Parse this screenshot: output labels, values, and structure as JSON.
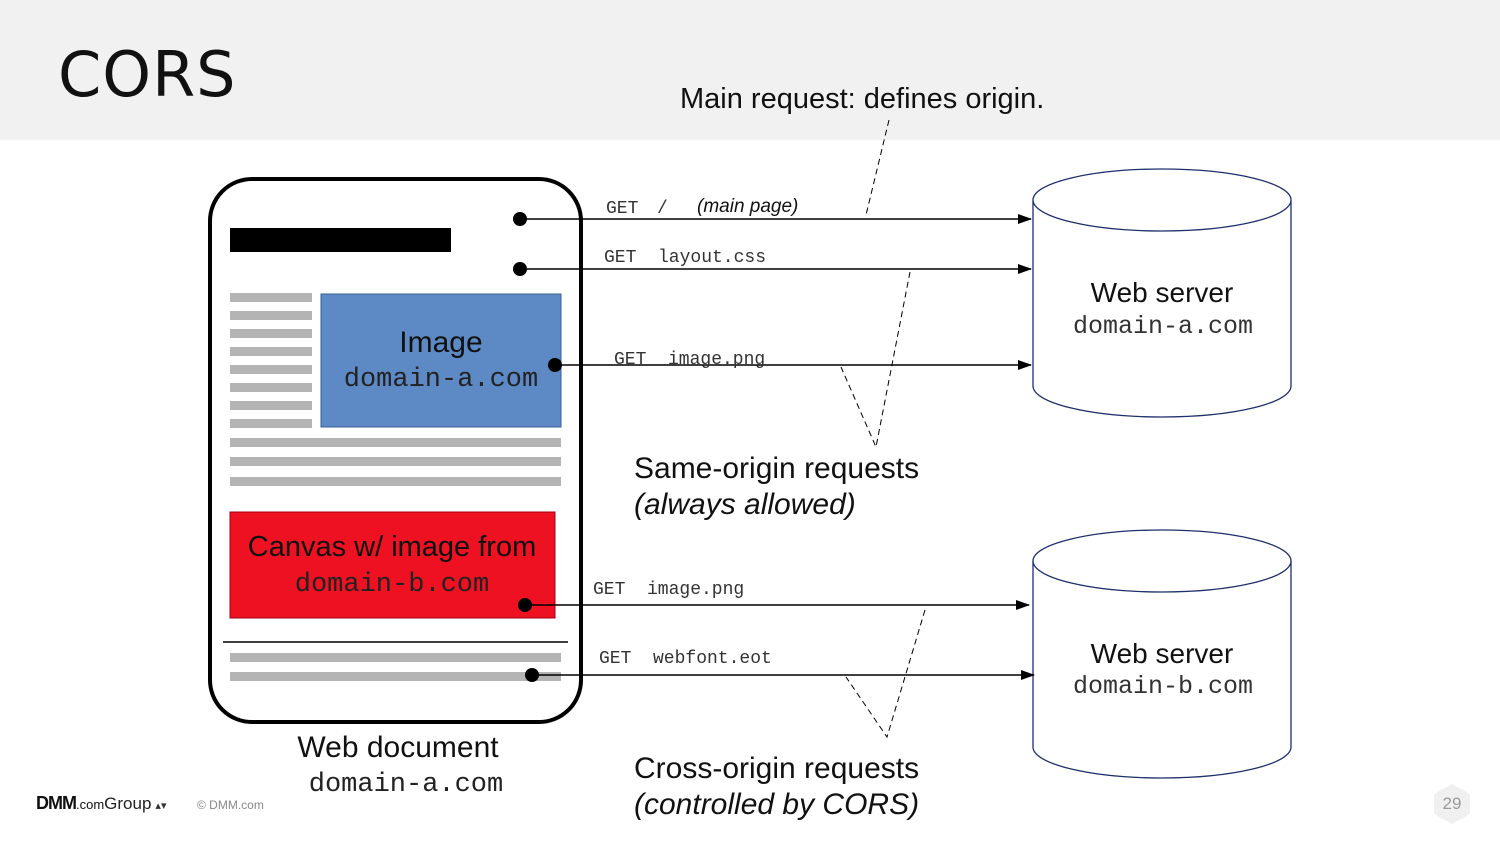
{
  "slide": {
    "title": "CORS",
    "page_number": "29"
  },
  "footer": {
    "logo_dmm": "DMM",
    "logo_com": ".com",
    "logo_group": "Group",
    "copyright": "© DMM.com"
  },
  "annotations": {
    "main_request": "Main request: defines origin.",
    "same_origin_line1": "Same-origin requests",
    "same_origin_line2": "(always allowed)",
    "cross_origin_line1": "Cross-origin requests",
    "cross_origin_line2": "(controlled by CORS)"
  },
  "document": {
    "label": "Web document",
    "domain": "domain-a.com",
    "image_box": {
      "label": "Image",
      "domain": "domain-a.com",
      "color": "#5d8ac5"
    },
    "canvas_box": {
      "label": "Canvas w/ image from",
      "domain": "domain-b.com",
      "color": "#ee1122"
    }
  },
  "requests": [
    {
      "method": "GET",
      "path": "/",
      "note": "(main page)"
    },
    {
      "method": "GET",
      "path": "layout.css",
      "note": ""
    },
    {
      "method": "GET",
      "path": "image.png",
      "note": ""
    },
    {
      "method": "GET",
      "path": "image.png",
      "note": ""
    },
    {
      "method": "GET",
      "path": "webfont.eot",
      "note": ""
    }
  ],
  "servers": [
    {
      "label": "Web server",
      "domain": "domain-a.com"
    },
    {
      "label": "Web server",
      "domain": "domain-b.com"
    }
  ]
}
